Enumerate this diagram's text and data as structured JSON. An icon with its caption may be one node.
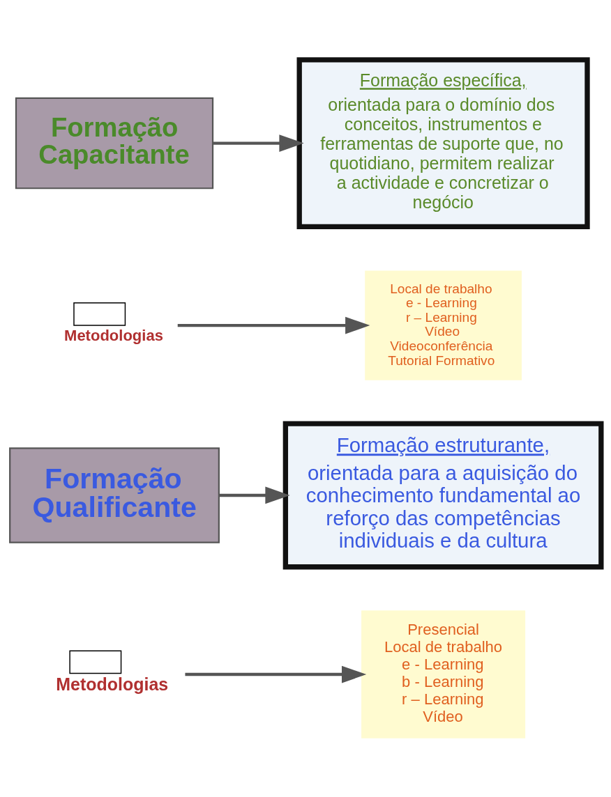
{
  "diagram": {
    "nodes": [
      {
        "text": [
          "Formação Capacitante"
        ]
      },
      {
        "text": [
          "Formação específica,",
          "orientada para o domínio dos conceitos, instrumentos e ferramentas de suporte que, no quotidiano, permitem realizar a actividade e concretizar o negócio"
        ]
      },
      {
        "text": [
          "Metodologias"
        ]
      },
      {
        "text": [
          "Local de trabalho",
          "e - Learning",
          "r – Learning",
          "Vídeo",
          "Videoconferência",
          "Tutorial Formativo"
        ]
      },
      {
        "text": [
          "Formação Qualificante"
        ]
      },
      {
        "text": [
          "Formação estruturante,",
          "orientada para a aquisição do conhecimento fundamental ao reforço das competências individuais e da cultura"
        ]
      },
      {
        "text": [
          "Metodologias"
        ]
      },
      {
        "text": [
          "Presencial",
          "Local de trabalho",
          "e - Learning",
          "b - Learning",
          "r – Learning",
          "Vídeo"
        ]
      }
    ],
    "edges": [
      {
        "from": 0,
        "to": 1,
        "arrow": "to"
      },
      {
        "from": 2,
        "to": 3,
        "arrow": "to"
      },
      {
        "from": 4,
        "to": 5,
        "arrow": "to"
      },
      {
        "from": 6,
        "to": 7,
        "arrow": "to"
      }
    ]
  }
}
